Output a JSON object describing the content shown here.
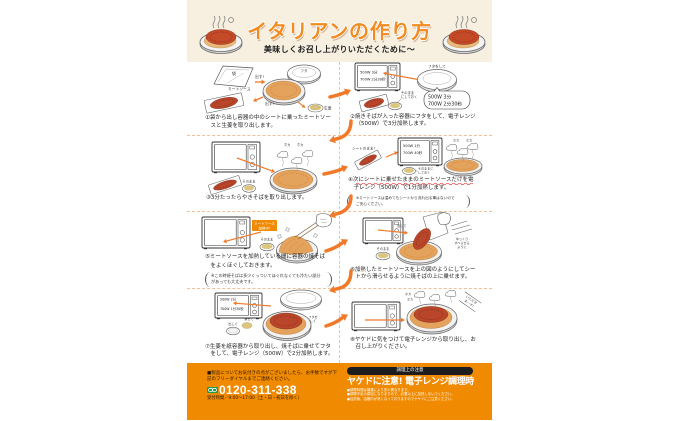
{
  "header": {
    "title": "イタリアンの作り方",
    "subtitle": "美味しくお召し上がりいただくために～",
    "icons": [
      "steaming-pasta-dish-icon",
      "steaming-pasta-dish-icon"
    ]
  },
  "steps": [
    {
      "caption": [
        "①袋から出し容器の中のシートに乗ったミートソー",
        "スと生姜を取り出します。"
      ],
      "labels": {
        "bag": "袋",
        "lid": "フタ",
        "take_out_container": "出す!",
        "meat_sauce": "ミートソース",
        "take_out_sauce": "出す!",
        "ginger": "生姜"
      },
      "icons": [
        "bag-icon",
        "lid-icon",
        "yakisoba-container-icon",
        "meat-sauce-tray-icon",
        "ginger-cup-icon",
        "arrow-icon"
      ]
    },
    {
      "caption": [
        "②焼きそばが入った容器にフタをして、電子レンジ",
        "（500W）で3分加熱します。"
      ],
      "labels": {
        "lid_on": "フタをして",
        "display": [
          "500W 3分",
          "700W 2分30秒"
        ],
        "bubble": [
          "500W 3分",
          "700W 2分30秒"
        ],
        "leave_as_is": [
          "そのまま",
          "にしておく"
        ]
      },
      "icons": [
        "microwave-icon",
        "lid-icon",
        "speech-bubble-icon",
        "meat-sauce-tray-icon",
        "ginger-cup-icon",
        "arrow-icon"
      ]
    },
    {
      "caption": [
        "③3分たったらやきそばを取り出します。"
      ],
      "labels": {
        "steam": [
          "ホカ",
          "ホカ"
        ],
        "leave_as_is": "そのまま"
      },
      "icons": [
        "microwave-icon",
        "steam-icon",
        "yakisoba-container-icon",
        "meat-sauce-tray-icon",
        "ginger-cup-icon",
        "arrow-icon"
      ]
    },
    {
      "caption": [
        "④次にシートに乗せたままのミートソースだけを電",
        "子レンジ（500W）で1分加熱します。"
      ],
      "note": [
        "※ミートソースは温めてもシートから流れ出る事はないので",
        "ご安心ください。"
      ],
      "labels": {
        "on_sheet": "シートのまま!",
        "display": [
          "500W 1分",
          "700W 40秒"
        ],
        "leave_as_is": [
          "そのままに",
          "しておく"
        ],
        "steam": [
          "ホカ",
          "ホカ"
        ]
      },
      "icons": [
        "meat-sauce-tray-icon",
        "microwave-icon",
        "ginger-cup-icon",
        "yakisoba-container-icon",
        "steam-icon",
        "arrow-icon"
      ]
    },
    {
      "caption": [
        "⑤ミートソースを加熱している間に容器の焼そば",
        "をよくほぐしておきます。"
      ],
      "note": [
        "※この時焼そばは多少くっついてほぐれなくても冷たい部分",
        "があっても大丈夫です。"
      ],
      "labels": {
        "heating_tag": [
          "ミートソース",
          "加熱中!"
        ],
        "leave_as_is": "そのまま"
      },
      "icons": [
        "microwave-icon",
        "ginger-cup-icon",
        "yakisoba-container-icon",
        "chopsticks-hand-icon",
        "arrow-icon"
      ]
    },
    {
      "caption": [
        "⑥加熱したミートソースを上の図のようにしてシー",
        "トから滑らせるように焼そばの上に乗せます。"
      ],
      "labels": {
        "take_out": "出して",
        "leave_as_is": "そのまま",
        "slide_slowly": [
          "ゆっくり",
          "すべらせる",
          "ように"
        ]
      },
      "icons": [
        "microwave-icon",
        "ginger-cup-icon",
        "yakisoba-container-icon",
        "hand-sheet-icon",
        "arrow-icon"
      ]
    },
    {
      "caption": [
        "⑦生姜を紙容器から取り出し、焼そばに乗せてフタ",
        "をして、電子レンジ（500W）で2分加熱します。"
      ],
      "labels": {
        "display": [
          "500W 2分",
          "700W 1分30秒"
        ],
        "lid_on": [
          "フタを",
          "して"
        ],
        "take_out": "出して",
        "put_on": "乗せて"
      },
      "icons": [
        "microwave-icon",
        "lid-icon",
        "pasta-plate-icon",
        "ginger-cup-icon",
        "arrow-icon"
      ]
    },
    {
      "caption": [
        "⑧ヤケドに気をつけて電子レンジから取り出し、お",
        "召し上がりください。"
      ],
      "labels": {
        "steam": [
          "ホカ",
          "ホカ"
        ],
        "itadakimasu": [
          "いただき",
          "まーす!"
        ]
      },
      "icons": [
        "microwave-icon",
        "pasta-plate-icon",
        "steam-icon",
        "arrow-icon"
      ]
    }
  ],
  "footer": {
    "contact": {
      "message": [
        "■製品についてお気付きの点がございましたら、お手数ですが下",
        "記のフリーダイヤルまでご連絡ください。"
      ],
      "phone_icon": "freedial-icon",
      "phone": "0120-311-338",
      "hours": "受付時間／9:00～17:00（土・日・祝日を除く）"
    },
    "caution": {
      "badge": "調理上の注意",
      "headline": "ヤケドに注意! 電子レンジ調理時",
      "bullets": [
        "●調理時間は機種により多少異なります。",
        "●調理不足の原因になりますので、必要以上に加熱しないでください。",
        "●加熱後、容器内が熱くなっておりますのでヤケドにご注意ください。"
      ]
    }
  },
  "colors": {
    "accent_orange": "#f08a00",
    "title_orange": "#f08c22",
    "arrow_orange": "#f07a2a",
    "header_background": "#f7f0e1",
    "divider": "#f3c095",
    "meat_sauce": "#b9462a",
    "noodles": "#e4a35c",
    "freedial_green": "#1f9a48",
    "badge_black": "#1c1c1c",
    "underline_red": "#e03030"
  }
}
